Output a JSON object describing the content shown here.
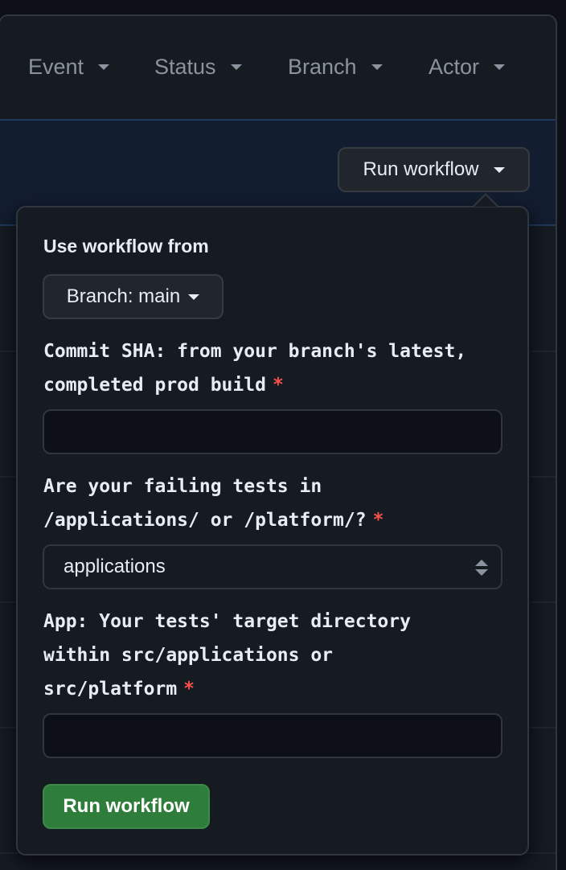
{
  "filters": {
    "event": "Event",
    "status": "Status",
    "branch": "Branch",
    "actor": "Actor"
  },
  "toolbar": {
    "run_workflow_label": "Run workflow"
  },
  "popover": {
    "heading": "Use workflow from",
    "branch_button_label": "Branch: main",
    "field1_label": "Commit SHA: from your branch's latest, completed prod build",
    "field1_value": "",
    "field2_label": "Are your failing tests in /applications/ or /platform/?",
    "field2_selected": "applications",
    "field3_label": "App: Your tests' target directory within src/applications or src/platform",
    "field3_value": "",
    "required_mark": "*",
    "submit_label": "Run workflow"
  },
  "colors": {
    "background": "#0d1117",
    "panel": "#161b22",
    "required": "#f85149",
    "submit_green": "#2f7d3b"
  }
}
